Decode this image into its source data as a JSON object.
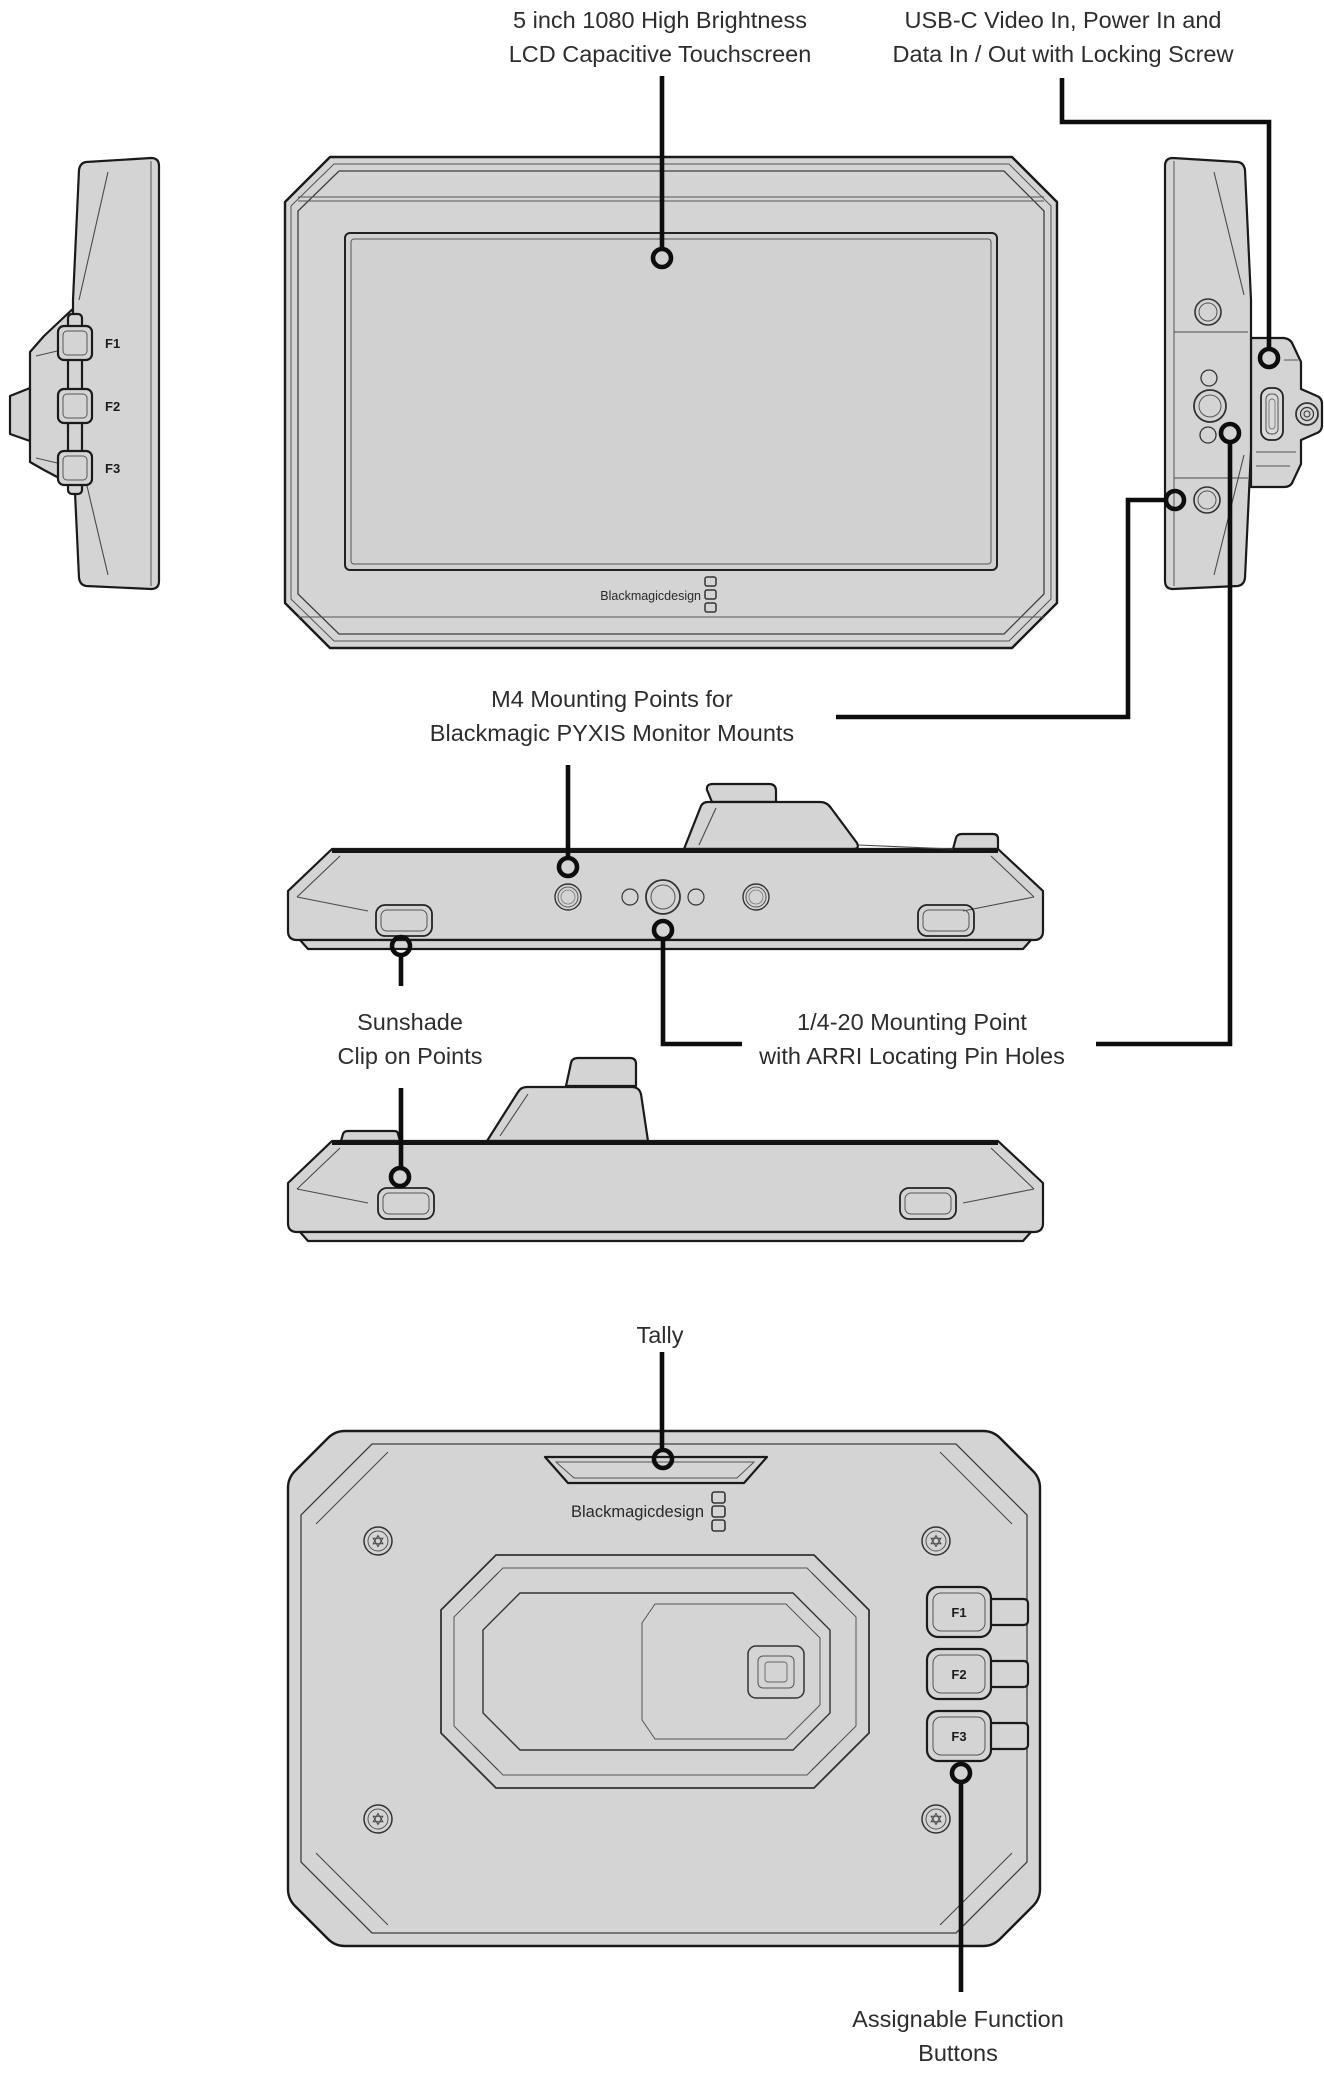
{
  "colors": {
    "background": "#ffffff",
    "device_fill": "#d4d4d4",
    "outline": "#1a1a1a",
    "detail": "#555555",
    "leader": "#0d0d0d",
    "label_text": "#2d2d2d"
  },
  "callouts": {
    "touchscreen": {
      "line1": "5 inch 1080 High Brightness",
      "line2": "LCD Capacitive Touchscreen"
    },
    "usb_c": {
      "line1": "USB-C Video In, Power In and",
      "line2": "Data In / Out with Locking Screw"
    },
    "m4_mounts": {
      "line1": "M4 Mounting Points for",
      "line2": "Blackmagic PYXIS Monitor Mounts"
    },
    "sunshade": {
      "line1": "Sunshade",
      "line2": "Clip on Points"
    },
    "quarter_20": {
      "line1": "1/4-20 Mounting Point",
      "line2": "with ARRI Locating Pin Holes"
    },
    "tally": {
      "label": "Tally"
    },
    "assignable": {
      "line1": "Assignable Function",
      "line2": "Buttons"
    }
  },
  "device": {
    "brand": "Blackmagicdesign",
    "function_buttons": [
      "F1",
      "F2",
      "F3"
    ]
  }
}
